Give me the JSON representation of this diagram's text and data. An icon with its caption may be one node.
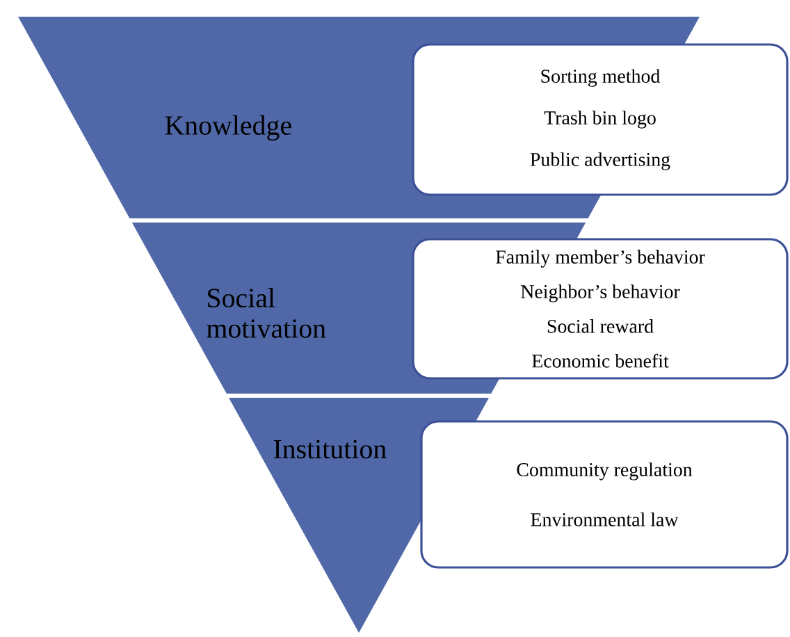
{
  "diagram": {
    "nodes": [
      {
        "text": [
          "Knowledge"
        ]
      },
      {
        "text": [
          "Sorting method",
          "Trash bin logo",
          "Public advertising"
        ]
      },
      {
        "text": [
          "Social motivation"
        ]
      },
      {
        "text": [
          "Family member’s behavior",
          "Neighbor’s behavior",
          "Social reward",
          "Economic benefit"
        ]
      },
      {
        "text": [
          "Institution"
        ]
      },
      {
        "text": [
          "Community regulation",
          "Environmental law"
        ]
      }
    ]
  }
}
